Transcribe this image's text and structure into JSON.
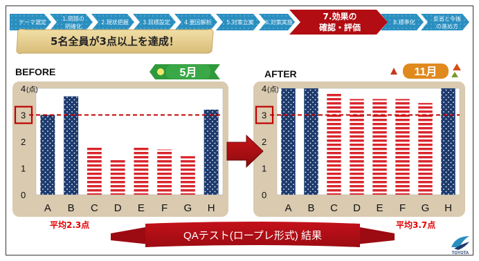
{
  "steps": {
    "items": [
      {
        "label": "テーマ選定"
      },
      {
        "label": "1.問題の"
      },
      {
        "label": "2.現状把握"
      },
      {
        "label": "3.目標設定"
      },
      {
        "label": "4.要因解析"
      },
      {
        "label": "5.対策立案"
      },
      {
        "label": "6.対策実施"
      },
      {
        "label": "8.標準化"
      },
      {
        "label": "反省と今後"
      }
    ],
    "sub_labels": {
      "step1": "明確化",
      "last": "の進め方"
    },
    "active": {
      "line1": "7.効果の",
      "line2": "確認・評価"
    }
  },
  "banner": {
    "text": "5名全員が3点以上を達成！"
  },
  "before": {
    "label": "BEFORE",
    "month_badge": "5月",
    "average": "平均2.3点"
  },
  "after": {
    "label": "AFTER",
    "month_badge": "11月",
    "average": "平均3.7点"
  },
  "result_ribbon": {
    "text": "QAテスト(ロープレ形式) 結果"
  },
  "logo": {
    "text": "TOYOTA"
  },
  "colors": {
    "step_blue": "#2a8fc0",
    "active_red": "#b10d12",
    "navy_bar": "#1c3a6e",
    "stripe_red": "#d9252c",
    "target_line": "#c00000",
    "panel_bg": "#d9cab0"
  },
  "chart_data": [
    {
      "type": "bar",
      "title": "BEFORE",
      "categories": [
        "A",
        "B",
        "C",
        "D",
        "E",
        "F",
        "G",
        "H"
      ],
      "values": [
        3.0,
        3.7,
        1.8,
        1.3,
        1.8,
        1.7,
        1.45,
        3.2
      ],
      "ylabel": "(点)",
      "ylim": [
        0,
        4
      ],
      "yticks": [
        0,
        1,
        2,
        3,
        4
      ],
      "target_line": 3,
      "bar_styles": [
        "navy",
        "navy",
        "stripe",
        "stripe",
        "stripe",
        "stripe",
        "stripe",
        "navy"
      ]
    },
    {
      "type": "bar",
      "title": "AFTER",
      "categories": [
        "A",
        "B",
        "C",
        "D",
        "E",
        "F",
        "G",
        "H"
      ],
      "values": [
        4.0,
        4.0,
        3.8,
        3.6,
        3.6,
        3.6,
        3.45,
        4.0
      ],
      "ylabel": "(点)",
      "ylim": [
        0,
        4
      ],
      "yticks": [
        0,
        1,
        2,
        3,
        4
      ],
      "target_line": 3,
      "bar_styles": [
        "navy",
        "navy",
        "stripe",
        "stripe",
        "stripe",
        "stripe",
        "stripe",
        "navy"
      ]
    }
  ]
}
